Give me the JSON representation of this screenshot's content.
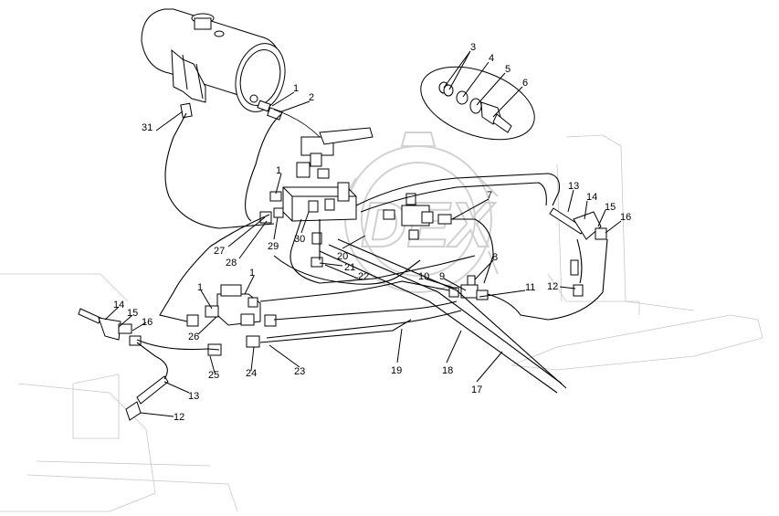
{
  "diagram": {
    "watermark": "DEX",
    "callouts": [
      {
        "id": "c1a",
        "text": "1"
      },
      {
        "id": "c2",
        "text": "2"
      },
      {
        "id": "c3",
        "text": "3"
      },
      {
        "id": "c4",
        "text": "4"
      },
      {
        "id": "c5",
        "text": "5"
      },
      {
        "id": "c6",
        "text": "6"
      },
      {
        "id": "c31",
        "text": "31"
      },
      {
        "id": "c1b",
        "text": "1"
      },
      {
        "id": "c7",
        "text": "7"
      },
      {
        "id": "c13a",
        "text": "13"
      },
      {
        "id": "c14a",
        "text": "14"
      },
      {
        "id": "c15a",
        "text": "15"
      },
      {
        "id": "c16a",
        "text": "16"
      },
      {
        "id": "c27",
        "text": "27"
      },
      {
        "id": "c29",
        "text": "29"
      },
      {
        "id": "c30",
        "text": "30"
      },
      {
        "id": "c20",
        "text": "20"
      },
      {
        "id": "c28",
        "text": "28"
      },
      {
        "id": "c21",
        "text": "21"
      },
      {
        "id": "c8",
        "text": "8"
      },
      {
        "id": "c22",
        "text": "22"
      },
      {
        "id": "c10",
        "text": "10"
      },
      {
        "id": "c9",
        "text": "9"
      },
      {
        "id": "c11",
        "text": "11"
      },
      {
        "id": "c12a",
        "text": "12"
      },
      {
        "id": "c1c",
        "text": "1"
      },
      {
        "id": "c1d",
        "text": "1"
      },
      {
        "id": "c14b",
        "text": "14"
      },
      {
        "id": "c15b",
        "text": "15"
      },
      {
        "id": "c16b",
        "text": "16"
      },
      {
        "id": "c26",
        "text": "26"
      },
      {
        "id": "c25",
        "text": "25"
      },
      {
        "id": "c24",
        "text": "24"
      },
      {
        "id": "c23",
        "text": "23"
      },
      {
        "id": "c19",
        "text": "19"
      },
      {
        "id": "c18",
        "text": "18"
      },
      {
        "id": "c17",
        "text": "17"
      },
      {
        "id": "c13b",
        "text": "13"
      },
      {
        "id": "c12b",
        "text": "12"
      }
    ]
  }
}
